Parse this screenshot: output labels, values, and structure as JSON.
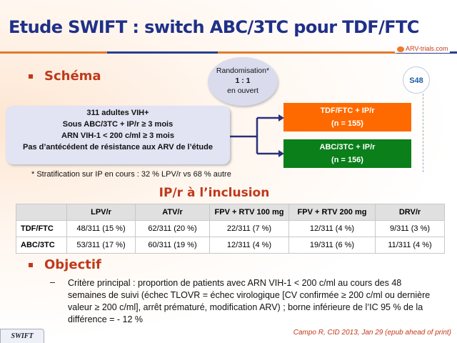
{
  "title": "Etude SWIFT : switch ABC/3TC pour TDF/FTC",
  "logo": "ARV-trials.com",
  "schema": {
    "heading": "Schéma",
    "randomisation": [
      "Randomisation*",
      "1 : 1",
      "en ouvert"
    ],
    "endpoint": "S48",
    "population": [
      "311 adultes VIH+",
      "Sous ABC/3TC + IP/r ≥ 3 mois",
      "ARN VIH-1 < 200 c/ml ≥ 3 mois",
      "Pas d’antécédent de résistance aux ARV de l’étude"
    ],
    "arms": [
      {
        "label": "TDF/FTC + IP/r",
        "n": "(n = 155)",
        "color": "#ff6a00"
      },
      {
        "label": "ABC/3TC + IP/r",
        "n": "(n = 156)",
        "color": "#0a7f1a"
      }
    ],
    "footnote": "* Stratification sur IP en cours : 32 % LPV/r vs 68 % autre"
  },
  "table": {
    "heading": "IP/r à l’inclusion",
    "columns": [
      "",
      "LPV/r",
      "ATV/r",
      "FPV + RTV 100 mg",
      "FPV + RTV 200 mg",
      "DRV/r"
    ],
    "rows": [
      [
        "TDF/FTC",
        "48/311 (15 %)",
        "62/311 (20 %)",
        "22/311 (7 %)",
        "12/311 (4 %)",
        "9/311 (3 %)"
      ],
      [
        "ABC/3TC",
        "53/311 (17 %)",
        "60/311 (19 %)",
        "12/311 (4 %)",
        "19/311 (6 %)",
        "11/311 (4 %)"
      ]
    ]
  },
  "objectif": {
    "heading": "Objectif",
    "dash": "–",
    "text": "Critère principal : proportion de patients avec ARN VIH-1 < 200 c/ml au cours des 48 semaines de suivi (échec TLOVR = échec virologique [CV confirmée ≥ 200 c/ml ou dernière valeur ≥ 200 c/ml], arrêt prématuré, modification ARV) ; borne inférieure de l’IC 95 % de la différence = - 12 %"
  },
  "footer": {
    "study": "SWIFT",
    "citation": "Campo R, CID 2013, Jan 29 (epub ahead of print)"
  }
}
